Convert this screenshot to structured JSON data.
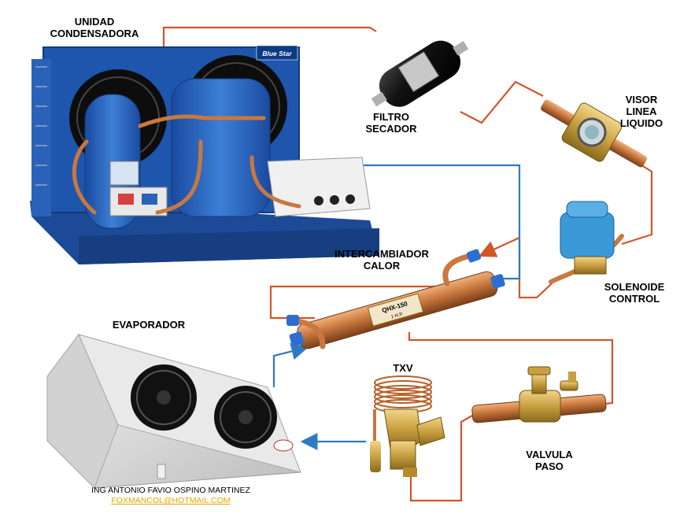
{
  "labels": {
    "unidad_condensadora": [
      "UNIDAD",
      "CONDENSADORA"
    ],
    "filtro_secador": [
      "FILTRO",
      "SECADOR"
    ],
    "visor": [
      "VISOR",
      "LINEA",
      "LIQUIDO"
    ],
    "intercambiador": [
      "INTERCAMBIADOR",
      "CALOR"
    ],
    "solenoide": [
      "SOLENOIDE",
      "CONTROL"
    ],
    "evaporador": "EVAPORADOR",
    "txv": "TXV",
    "valvula": [
      "VALVULA",
      "PASO"
    ]
  },
  "product_text": {
    "brand": "Blue Star",
    "hx_model": "QHX-150",
    "hx_rating": "1 H.P."
  },
  "credit": {
    "name": "ING ANTONIO  FAVIO OSPINO MARTINEZ",
    "email": "FOXMANCOL@HOTMAIL.COM"
  },
  "colors": {
    "liquid_line": "#d2552a",
    "suction_line": "#2e7bc4",
    "unit_blue": "#1f4f9e",
    "copper": "#c9783f"
  }
}
